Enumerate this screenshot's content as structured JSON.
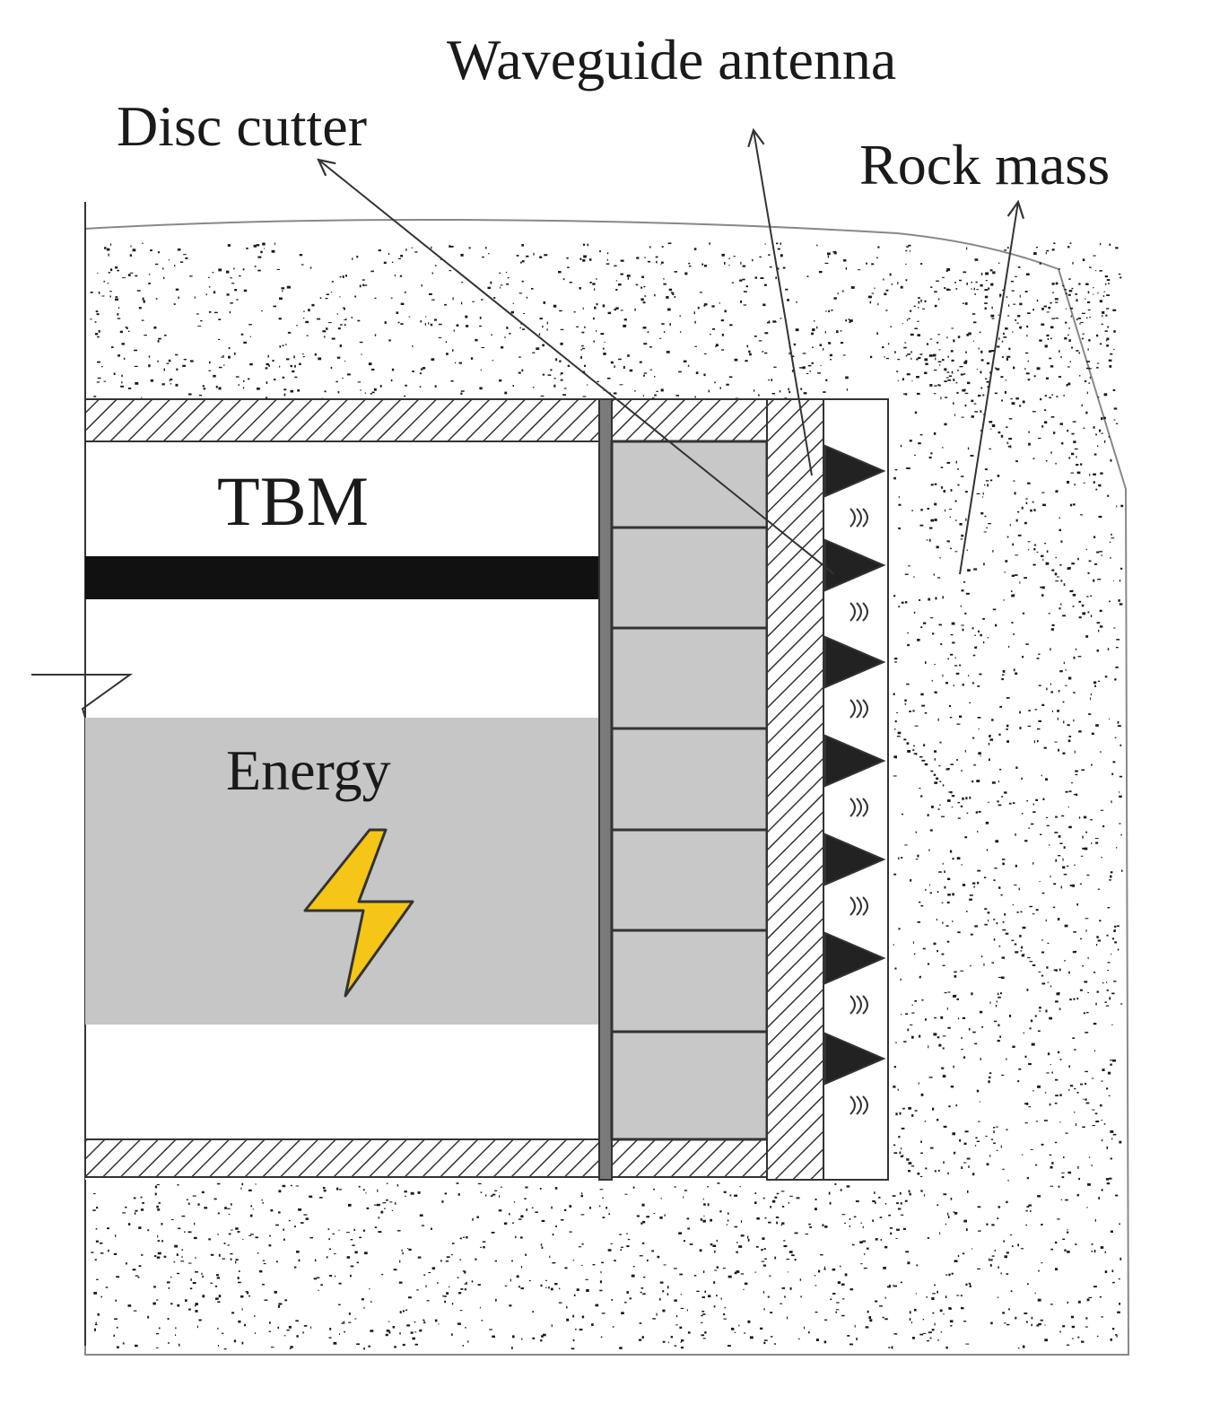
{
  "labels": {
    "waveguide_antenna": "Waveguide antenna",
    "disc_cutter": "Disc cutter",
    "rock_mass": "Rock mass",
    "tbm": "TBM",
    "energy": "Energy"
  },
  "colors": {
    "rock_fill": "#ffffff",
    "speckle": "#1a1a1a",
    "cutterhead_gray": "#c8c8c8",
    "energy_gray": "#c6c6c6",
    "lightning": "#f5c518",
    "outline": "#333333"
  },
  "icons": {
    "energy_symbol": "lightning-bolt-icon",
    "wave_symbol": "radio-wave-icon"
  }
}
